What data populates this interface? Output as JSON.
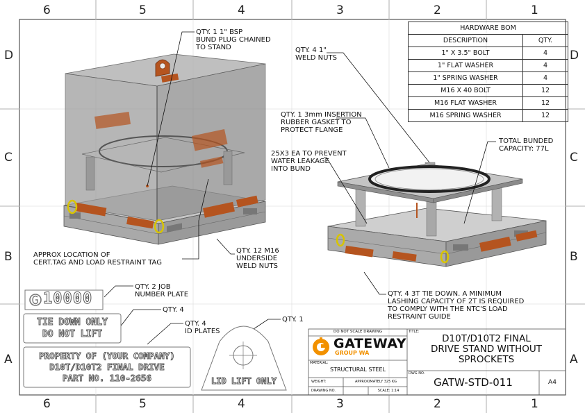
{
  "zones": {
    "columns": [
      "6",
      "5",
      "4",
      "3",
      "2",
      "1"
    ],
    "rows": [
      "D",
      "C",
      "B",
      "A"
    ]
  },
  "bom": {
    "title": "HARDWARE BOM",
    "headers": {
      "description": "DESCRIPTION",
      "qty": "QTY."
    },
    "rows": [
      {
        "description": "1\" X 3.5\" BOLT",
        "qty": "4"
      },
      {
        "description": "1\" FLAT WASHER",
        "qty": "4"
      },
      {
        "description": "1\" SPRING WASHER",
        "qty": "4"
      },
      {
        "description": "M16 X 40 BOLT",
        "qty": "12"
      },
      {
        "description": "M16 FLAT WASHER",
        "qty": "12"
      },
      {
        "description": "M16 SPRING WASHER",
        "qty": "12"
      }
    ]
  },
  "notes": {
    "bund_plug": "QTY. 1 1\" BSP\nBUND PLUG CHAINED\nTO STAND",
    "weld_nuts": "QTY. 4 1\"\nWELD NUTS",
    "gasket": "QTY. 1 3mm INSERTION\nRUBBER GASKET TO\nPROTECT FLANGE",
    "ea": "25X3 EA TO PREVENT\nWATER LEAKAGE\nINTO BUND",
    "capacity": "TOTAL BUNDED\nCAPACITY: 77L",
    "cert_tag": "APPROX LOCATION OF\nCERT.TAG AND LOAD RESTRAINT TAG",
    "m16_nuts": "QTY. 12 M16\nUNDERSIDE\nWELD NUTS",
    "tie_down": "QTY. 4 3T TIE DOWN. A MINIMUM\nLASHING CAPACITY OF 2T IS REQUIRED\nTO COMPLY WITH THE NTC'S LOAD\nRESTRAINT GUIDE",
    "job_plate": "QTY. 2 JOB\nNUMBER PLATE",
    "qty4": "QTY. 4",
    "id_plates": "QTY. 4\nID PLATES",
    "qty1": "QTY. 1"
  },
  "plates": {
    "job_number": "10000",
    "tie_down": "TIE DOWN ONLY\nDO NOT LIFT",
    "id_plate": "PROPERTY OF (YOUR COMPANY)\nD10T/D10T2 FINAL DRIVE\nPART NO. 110-2656",
    "lid_lift": "LID LIFT ONLY"
  },
  "title_block": {
    "do_not_scale": "DO NOT SCALE DRAWING",
    "company": "GATEWAY",
    "company_sub": "GROUP WA",
    "title_label": "TITLE:",
    "title": "D10T/D10T2 FINAL\nDRIVE STAND WITHOUT\nSPROCKETS",
    "material_label": "MATERIAL:",
    "material": "STRUCTURAL STEEL",
    "weight_label": "WEIGHT:",
    "weight": "APPROXIMATELY 325 KG",
    "drawing_no_label": "DRAWING NO.",
    "scale": "SCALE: 1:14",
    "dwg_no_label": "DWG NO.",
    "dwg_no": "GATW-STD-011",
    "sheet_size": "A4"
  },
  "colors": {
    "border": "#555555",
    "accent_orange": "#f29100",
    "tag_rust": "#b5541f",
    "steel": "#b9b9b9",
    "glass": "#9e9e9e"
  }
}
